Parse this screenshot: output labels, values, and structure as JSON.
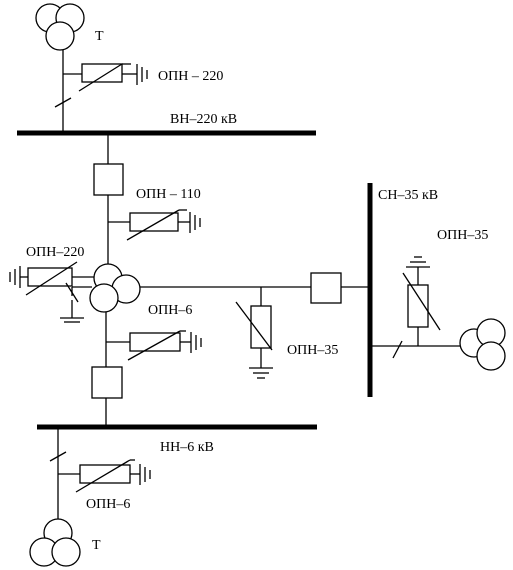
{
  "labels": {
    "t_top": "Т",
    "opn_220_top": "ОПН – 220",
    "bus_hv": "ВН–220 кВ",
    "opn_110": "ОПН – 110",
    "opn_220_left": "ОПН–220",
    "opn_6_mid": "ОПН–6",
    "bus_mv": "СН–35 кВ",
    "opn_35_right": "ОПН–35",
    "opn_35_mid": "ОПН–35",
    "bus_lv": "НН–6 кВ",
    "opn_6_bottom": "ОПН–6",
    "t_bottom": "Т"
  }
}
